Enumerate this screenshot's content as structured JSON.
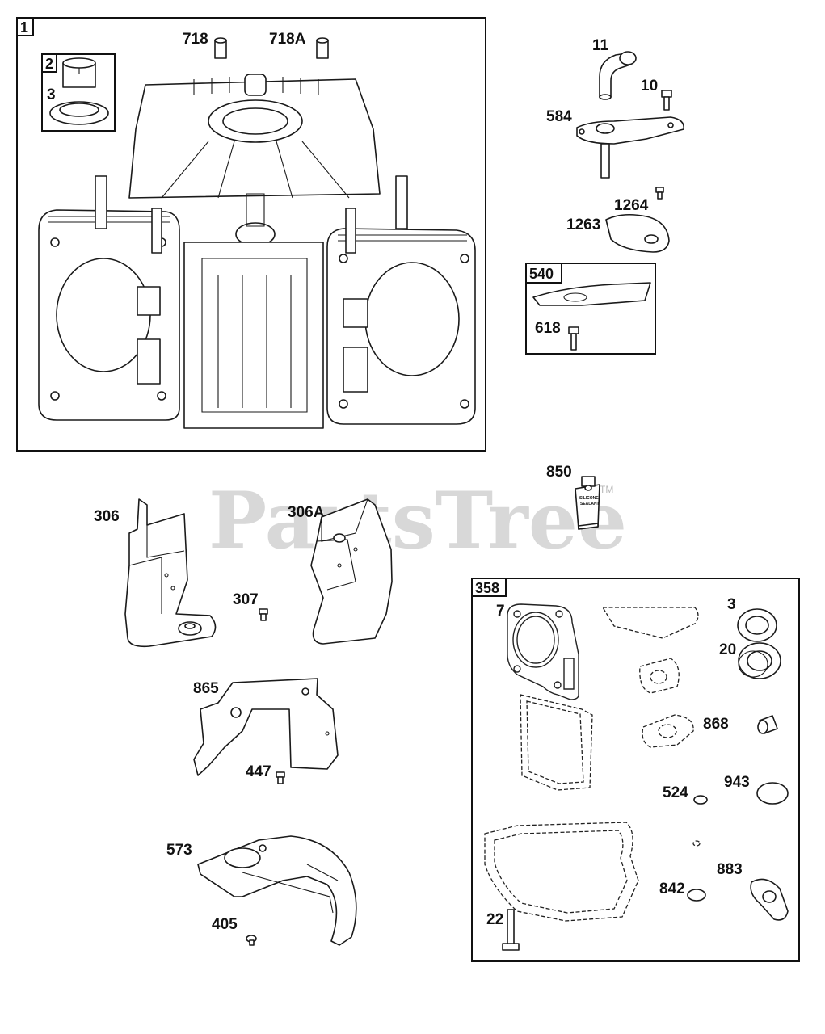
{
  "watermark": {
    "text": "PartsTree",
    "trademark": "TM"
  },
  "boxes": [
    {
      "id": "box-1",
      "tag": "1"
    },
    {
      "id": "box-2",
      "tag": "2"
    },
    {
      "id": "box-540",
      "tag": "540"
    },
    {
      "id": "box-358",
      "tag": "358"
    }
  ],
  "callouts": {
    "c718": "718",
    "c718A": "718A",
    "c3top": "3",
    "c11": "11",
    "c10": "10",
    "c584": "584",
    "c1264": "1264",
    "c1263": "1263",
    "c618": "618",
    "c850": "850",
    "c306": "306",
    "c306A": "306A",
    "c307": "307",
    "c865": "865",
    "c447": "447",
    "c573": "573",
    "c405": "405",
    "c7": "7",
    "c3kit": "3",
    "c20": "20",
    "c868": "868",
    "c524": "524",
    "c943": "943",
    "c883": "883",
    "c842": "842",
    "c22": "22"
  },
  "tube_label": {
    "line1": "SILICONE",
    "line2": "SEALANT"
  }
}
